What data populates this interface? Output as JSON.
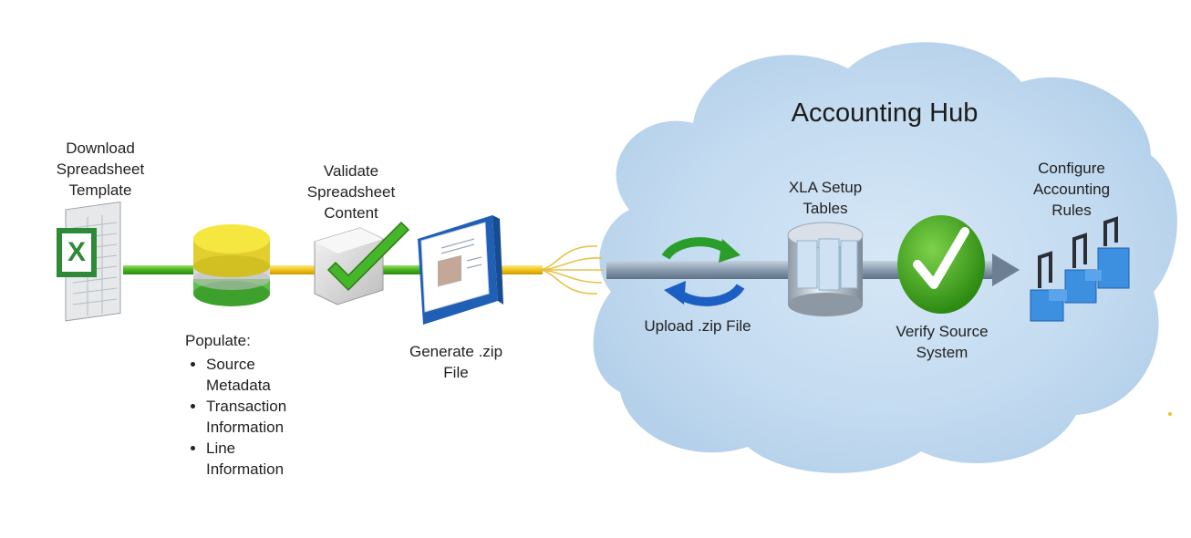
{
  "hub_title": "Accounting Hub",
  "steps": {
    "download": "Download\nSpreadsheet\nTemplate",
    "validate": "Validate\nSpreadsheet\nContent",
    "populate_title": "Populate:",
    "populate_items": [
      "Source\nMetadata",
      "Transaction\nInformation",
      "Line\nInformation"
    ],
    "generate": "Generate .zip\nFile",
    "upload": "Upload .zip File",
    "xla": "XLA Setup\nTables",
    "verify": "Verify Source\nSystem",
    "configure": "Configure\nAccounting\nRules"
  },
  "colors": {
    "cloud": "#c6ddf1",
    "pipe": "#8fa3b8",
    "green": "#4caf2a",
    "yellow": "#f2cc1b",
    "blue": "#1f6fcb"
  }
}
